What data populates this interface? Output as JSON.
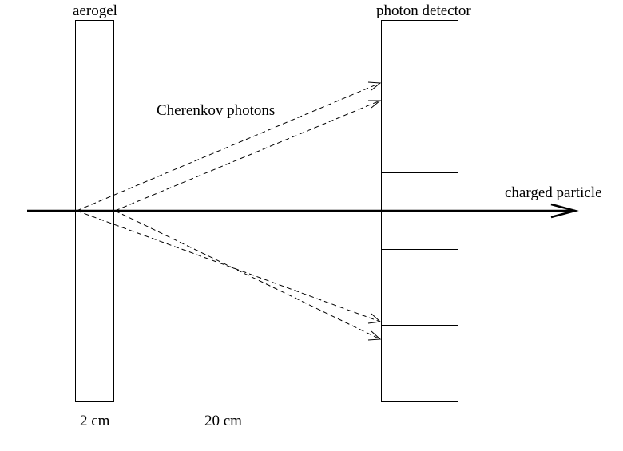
{
  "labels": {
    "aerogel": "aerogel",
    "photon_detector": "photon detector",
    "cherenkov_photons": "Cherenkov photons",
    "charged_particle": "charged particle",
    "aerogel_thickness": "2 cm",
    "gap_distance": "20 cm"
  },
  "detector": {
    "segments": 5
  },
  "colors": {
    "line": "#000000",
    "background": "#ffffff"
  }
}
